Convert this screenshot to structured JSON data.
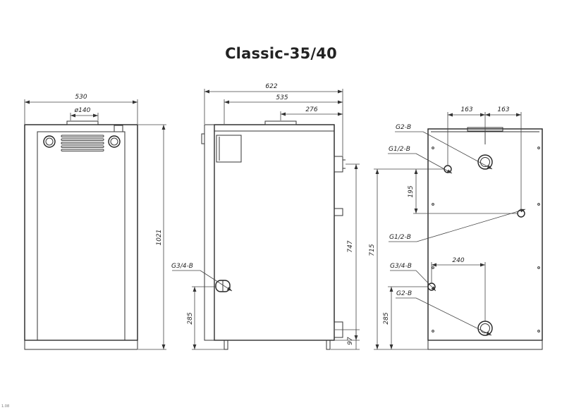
{
  "title": "Classic-35/40",
  "front_view": {
    "width": "530",
    "flue_diameter": "ø140",
    "height": "1021"
  },
  "side_view": {
    "overall_depth": "622",
    "body_depth": "535",
    "flue_offset": "276",
    "height_upper_pipe": "747",
    "height_lower_pipe": "97",
    "inlet_height": "285",
    "inlet_label": "G3/4-B"
  },
  "rear_view": {
    "top_offset_left": "163",
    "top_offset_right": "163",
    "spacing_vertical": "195",
    "spacing_horizontal": "240",
    "height": "715",
    "bottom_height": "285",
    "labels": [
      "G2-B",
      "G1/2-B",
      "G1/2-B",
      "G3/4-B",
      "G2-B"
    ]
  },
  "corner_mark": "1.08"
}
